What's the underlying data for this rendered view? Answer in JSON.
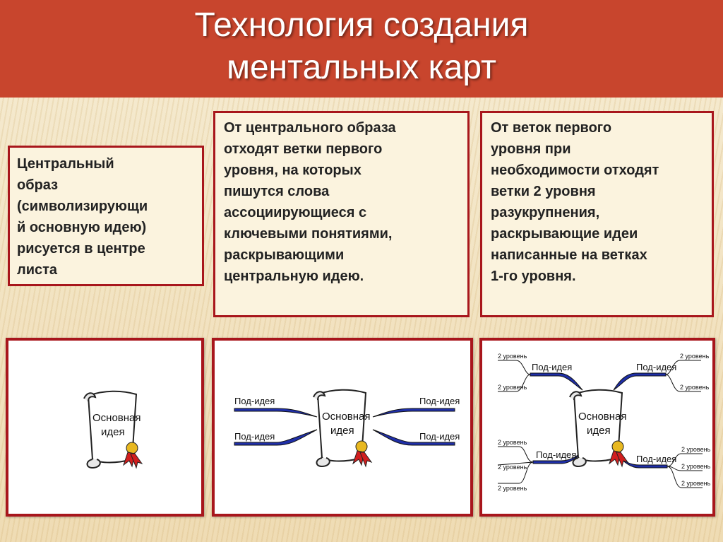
{
  "title": {
    "line1": "Технология создания",
    "line2": "ментальных карт"
  },
  "boxes": [
    {
      "text": "Центральный\nобраз\n(символизирующи\nй основную идею)\nрисуется в центре\nлиста"
    },
    {
      "text": "От центрального образа\nотходят ветки первого\nуровня, на которых\nпишутся слова\nассоциирующиеся с\nключевыми понятиями,\nраскрывающими\nцентральную идею."
    },
    {
      "text": "От веток первого\nуровня при\nнеобходимости отходят\nветки 2 уровня\nразукрупнения,\nраскрывающие идеи\nнаписанные на ветках\n1-го уровня."
    }
  ],
  "diagram": {
    "central_line1": "Основная",
    "central_line2": "идея",
    "sub_idea": "Под-идея",
    "level2": "2 уровень"
  },
  "colors": {
    "header": "#c8452d",
    "border": "#a8161c",
    "branch": "#1f2fa8",
    "ribbon": "#d11e1e",
    "medal": "#e8b820"
  }
}
